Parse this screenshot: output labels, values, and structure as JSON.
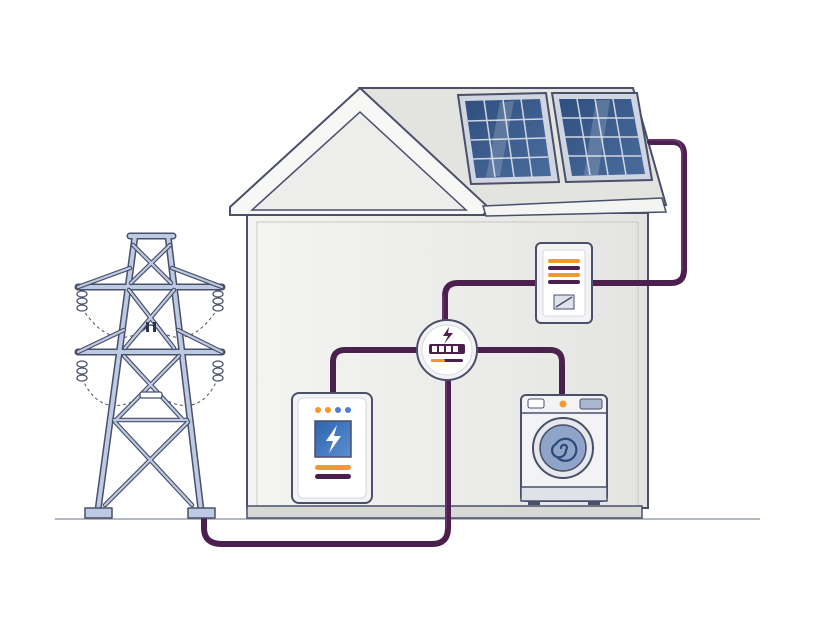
{
  "colors": {
    "background": "#ffffff",
    "outline": "#4a4f6a",
    "house_wall": "#ececea",
    "house_roof": "#e3e3e0",
    "roof_trim": "#f7f7f5",
    "solar_panel": "#3c5b8a",
    "solar_frame": "#cfd6e2",
    "cable": "#4b1f4e",
    "cable_highlight": "#7a3d7d",
    "device_body": "#f3f3f6",
    "device_screen": "#3b74b8",
    "accent_orange": "#f29a2e",
    "accent_blue": "#4f7fcf",
    "pylon": "#bccbe3",
    "ground_line": "#9aa0ad"
  },
  "components": [
    {
      "id": "pylon",
      "icon": "transmission-tower-icon"
    },
    {
      "id": "house",
      "icon": "house-icon"
    },
    {
      "id": "solar_panels",
      "icon": "solar-panel-icon",
      "count": 2
    },
    {
      "id": "inverter",
      "icon": "inverter-icon"
    },
    {
      "id": "meter",
      "icon": "electricity-meter-icon"
    },
    {
      "id": "battery",
      "icon": "home-battery-icon"
    },
    {
      "id": "washing_machine",
      "icon": "washing-machine-icon"
    }
  ]
}
